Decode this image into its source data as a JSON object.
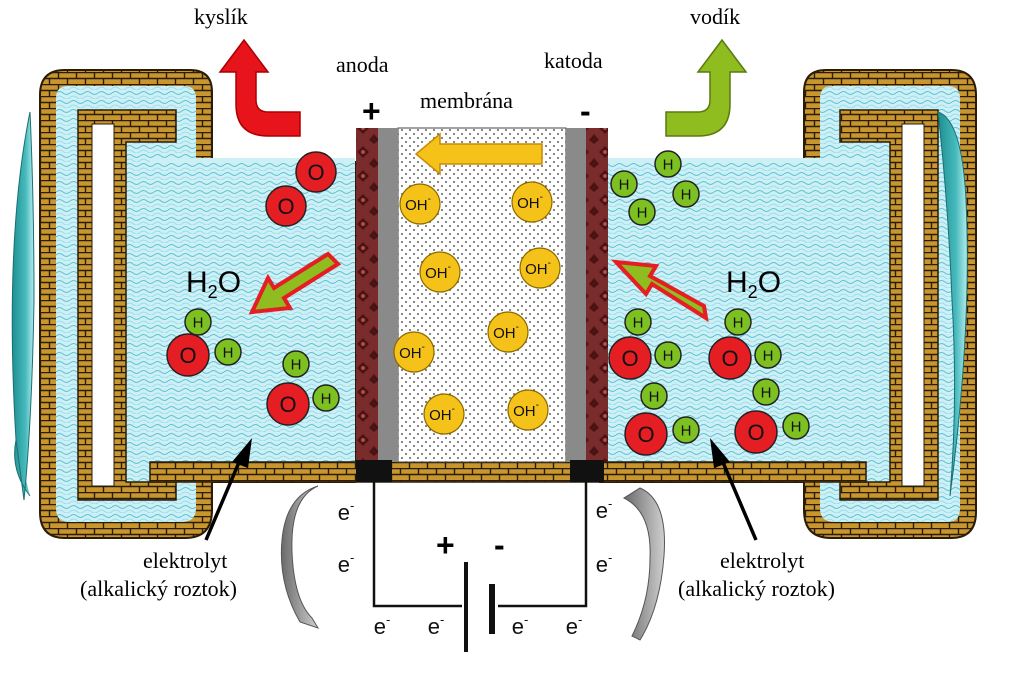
{
  "labels": {
    "oxygen_out": "kyslík",
    "hydrogen_out": "vodík",
    "anode": "anoda",
    "cathode": "katoda",
    "membrane": "membrána",
    "anode_sign": "+",
    "cathode_sign": "-",
    "water_left": "H2O",
    "water_right": "H2O",
    "electrolyte_left_1": "elektrolyt",
    "electrolyte_left_2": "(alkalický roztok)",
    "electrolyte_right_1": "elektrolyt",
    "electrolyte_right_2": "(alkalický roztok)",
    "battery_plus": "+",
    "battery_minus": "-"
  },
  "atoms": {
    "oxygen": "O",
    "hydrogen": "H",
    "hydroxide": "OH",
    "hydroxide_charge": "-",
    "electron": "e",
    "electron_charge": "-"
  },
  "colors": {
    "oxygen_arrow": "#e8141b",
    "hydrogen_arrow": "#8fbc1f",
    "oxygen_atom": "#e51e24",
    "hydrogen_atom": "#7cc121",
    "hydroxide_ion": "#f5c21a",
    "electrolyte": "#c7eef5",
    "brick": "#c8962e",
    "membrane_arrow": "#f5c21a",
    "electrode": "#7a2b2b",
    "circulation_arrow": "#2ea5a5"
  }
}
